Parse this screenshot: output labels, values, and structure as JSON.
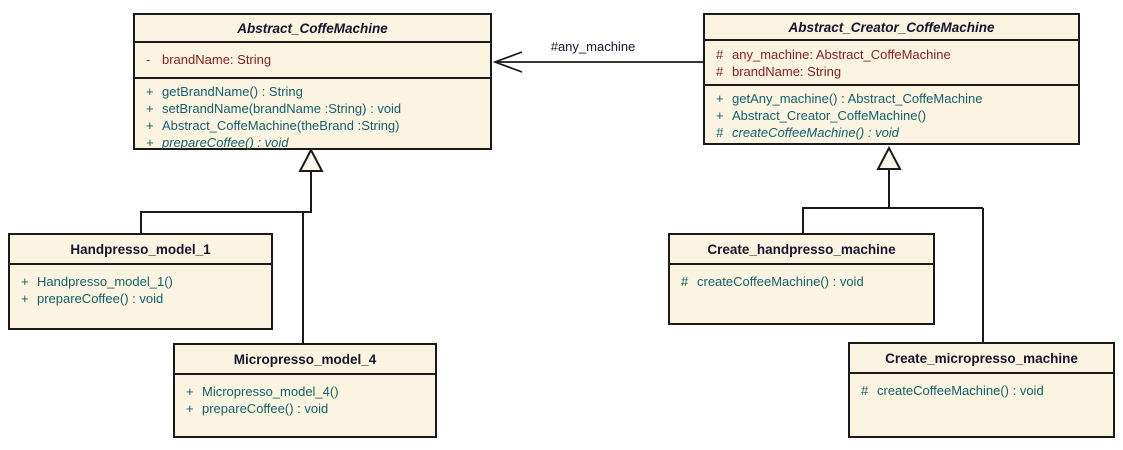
{
  "diagram_title": "Factory Method pattern - coffee machines (UML class diagram)",
  "colors": {
    "canvas": "#ffffff",
    "box_fill": "#FAF4E1",
    "border": "#1a1a1a",
    "title_text": "#15152E",
    "attribute_text": "#8B2020",
    "method_text": "#15616D"
  },
  "classes": {
    "abstract_coffemachine": {
      "name": "Abstract_CoffeMachine",
      "abstract": true,
      "attributes": [
        {
          "visibility": "-",
          "signature": "brandName: String"
        }
      ],
      "methods": [
        {
          "visibility": "+",
          "signature": "getBrandName() : String"
        },
        {
          "visibility": "+",
          "signature": "setBrandName(brandName :String) : void"
        },
        {
          "visibility": "+",
          "signature": "Abstract_CoffeMachine(theBrand :String)"
        },
        {
          "visibility": "+",
          "signature": "prepareCoffee() : void",
          "abstract": true
        }
      ]
    },
    "abstract_creator_coffemachine": {
      "name": "Abstract_Creator_CoffeMachine",
      "abstract": true,
      "attributes": [
        {
          "visibility": "#",
          "signature": "any_machine: Abstract_CoffeMachine"
        },
        {
          "visibility": "#",
          "signature": "brandName: String"
        }
      ],
      "methods": [
        {
          "visibility": "+",
          "signature": "getAny_machine() : Abstract_CoffeMachine"
        },
        {
          "visibility": "+",
          "signature": "Abstract_Creator_CoffeMachine()"
        },
        {
          "visibility": "#",
          "signature": "createCoffeeMachine() : void",
          "abstract": true
        }
      ]
    },
    "handpresso_model_1": {
      "name": "Handpresso_model_1",
      "abstract": false,
      "attributes": [],
      "methods": [
        {
          "visibility": "+",
          "signature": "Handpresso_model_1()"
        },
        {
          "visibility": "+",
          "signature": "prepareCoffee() : void"
        }
      ]
    },
    "micropresso_model_4": {
      "name": "Micropresso_model_4",
      "abstract": false,
      "attributes": [],
      "methods": [
        {
          "visibility": "+",
          "signature": "Micropresso_model_4()"
        },
        {
          "visibility": "+",
          "signature": "prepareCoffee() : void"
        }
      ]
    },
    "create_handpresso_machine": {
      "name": "Create_handpresso_machine",
      "abstract": false,
      "attributes": [],
      "methods": [
        {
          "visibility": "#",
          "signature": "createCoffeeMachine() : void"
        }
      ]
    },
    "create_micropresso_machine": {
      "name": "Create_micropresso_machine",
      "abstract": false,
      "attributes": [],
      "methods": [
        {
          "visibility": "#",
          "signature": "createCoffeeMachine() : void"
        }
      ]
    }
  },
  "relationships": {
    "association": {
      "label": "#any_machine",
      "from": "Abstract_Creator_CoffeMachine",
      "to": "Abstract_CoffeMachine",
      "type": "directed association"
    },
    "generalizations": [
      {
        "from": "Handpresso_model_1",
        "to": "Abstract_CoffeMachine"
      },
      {
        "from": "Micropresso_model_4",
        "to": "Abstract_CoffeMachine"
      },
      {
        "from": "Create_handpresso_machine",
        "to": "Abstract_Creator_CoffeMachine"
      },
      {
        "from": "Create_micropresso_machine",
        "to": "Abstract_Creator_CoffeMachine"
      }
    ]
  }
}
